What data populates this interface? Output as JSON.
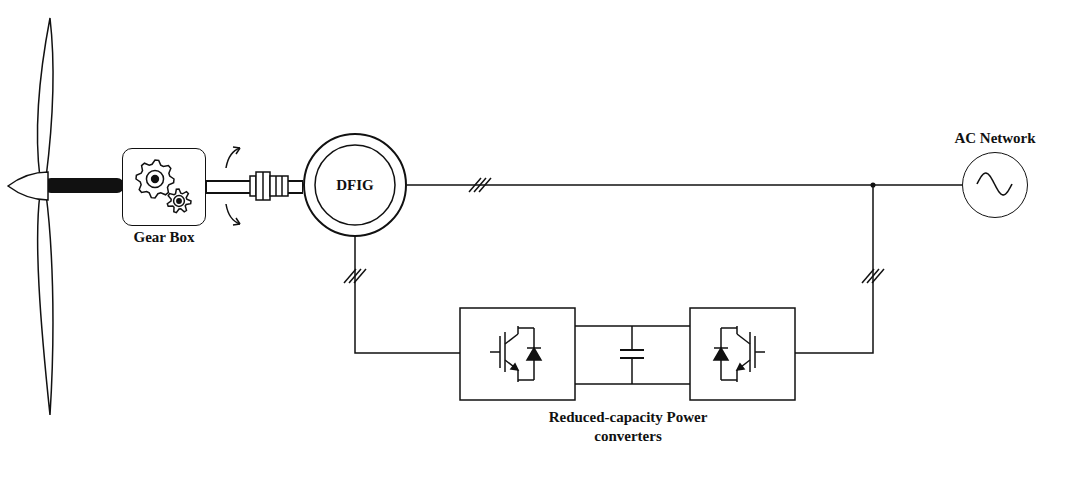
{
  "diagram": {
    "nodes": [
      {
        "text": [
          "Gear Box"
        ]
      },
      {
        "text": [
          "DFIG"
        ]
      },
      {
        "text": [
          "AC Network"
        ]
      }
    ],
    "edges": [
      {
        "from": 0,
        "to": 1,
        "arrow": "none"
      },
      {
        "from": 1,
        "to": 2,
        "arrow": "none"
      }
    ],
    "labels": [
      "Reduced-capacity Power converters"
    ]
  }
}
